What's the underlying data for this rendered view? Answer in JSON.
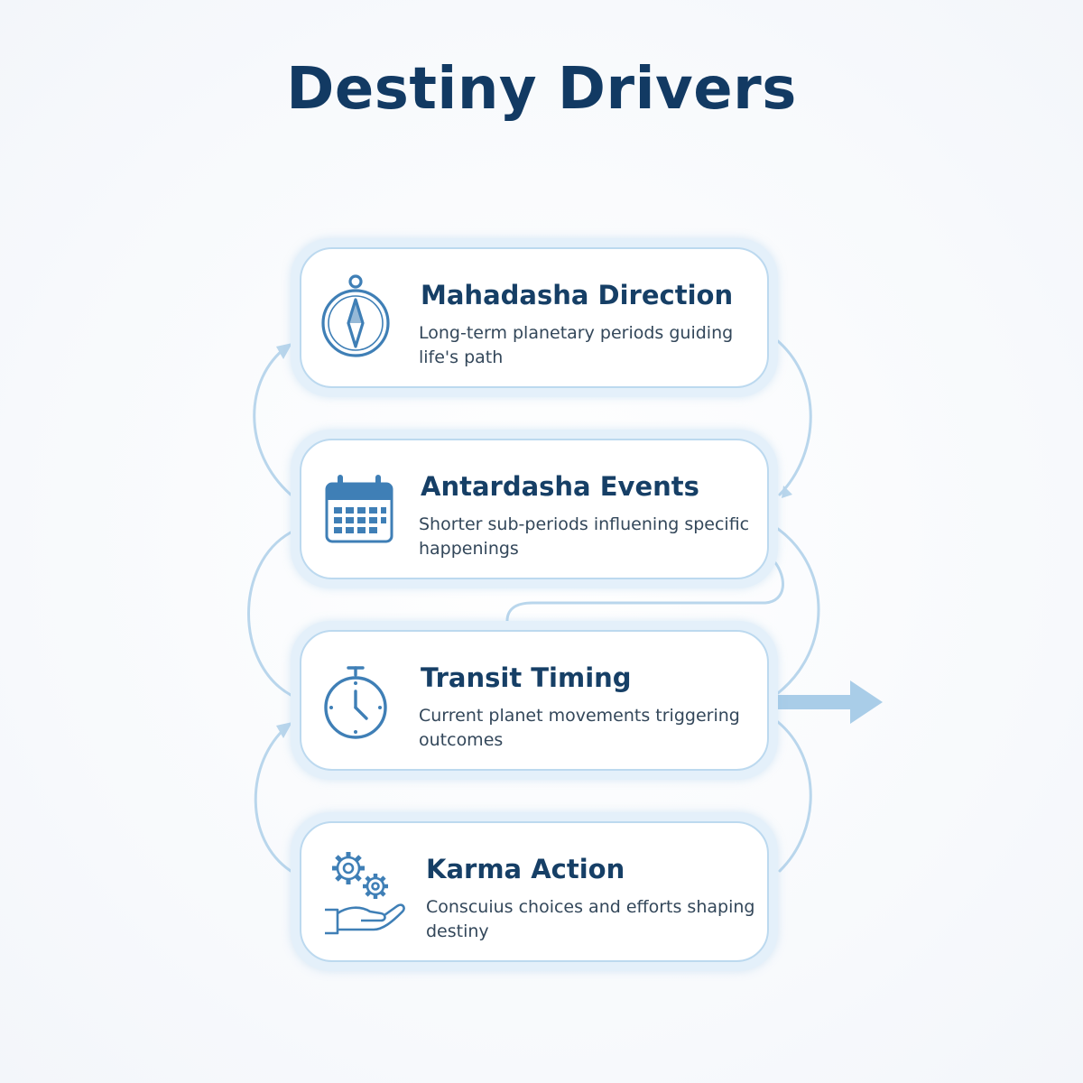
{
  "title": "Destiny Drivers",
  "colors": {
    "title": "#123a63",
    "accent": "#3f7fb6",
    "connector": "#b9d6ec",
    "card_border": "#bcd9ef"
  },
  "drivers": [
    {
      "icon": "compass-icon",
      "title": "Mahadasha Direction",
      "description": "Long-term planetary periods guiding life's path"
    },
    {
      "icon": "calendar-icon",
      "title": "Antardasha Events",
      "description": "Shorter sub-periods influening specific happenings"
    },
    {
      "icon": "stopwatch-icon",
      "title": "Transit Timing",
      "description": "Current planet movements triggering outcomes"
    },
    {
      "icon": "gears-hand-icon",
      "title": "Karma Action",
      "description": "Conscuius choices and efforts shaping destiny"
    }
  ]
}
